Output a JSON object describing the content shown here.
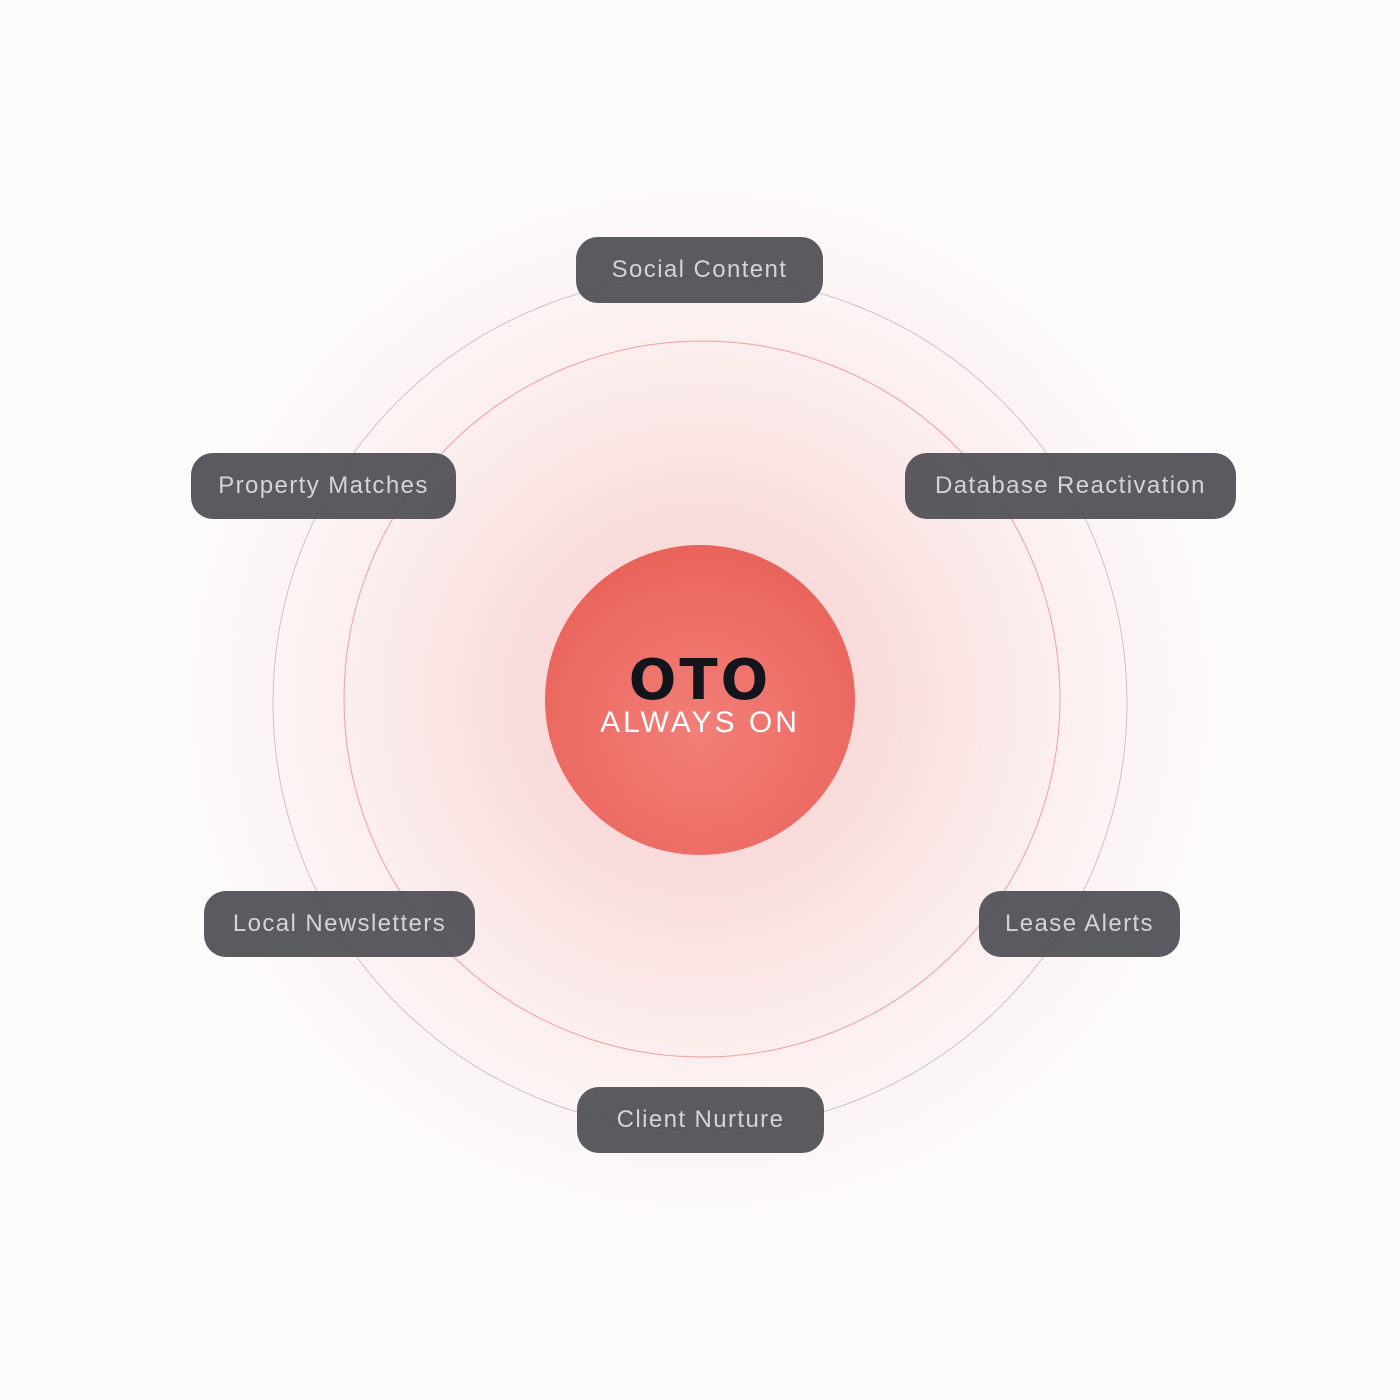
{
  "hub": {
    "title": "OTO",
    "subtitle": "ALWAYS ON"
  },
  "channels": [
    {
      "label": "Social Content"
    },
    {
      "label": "Database Reactivation"
    },
    {
      "label": "Lease Alerts"
    },
    {
      "label": "Client Nurture"
    },
    {
      "label": "Local Newsletters"
    },
    {
      "label": "Property Matches"
    }
  ],
  "colors": {
    "hub_fill": "#ec6c64",
    "hub_title": "#14141c",
    "hub_subtitle": "#ffffff",
    "pill_fill": "#484950",
    "pill_text": "#d4d4d8",
    "inner_ring": "#f0a0a0",
    "outer_ring": "#c9c4c6"
  }
}
